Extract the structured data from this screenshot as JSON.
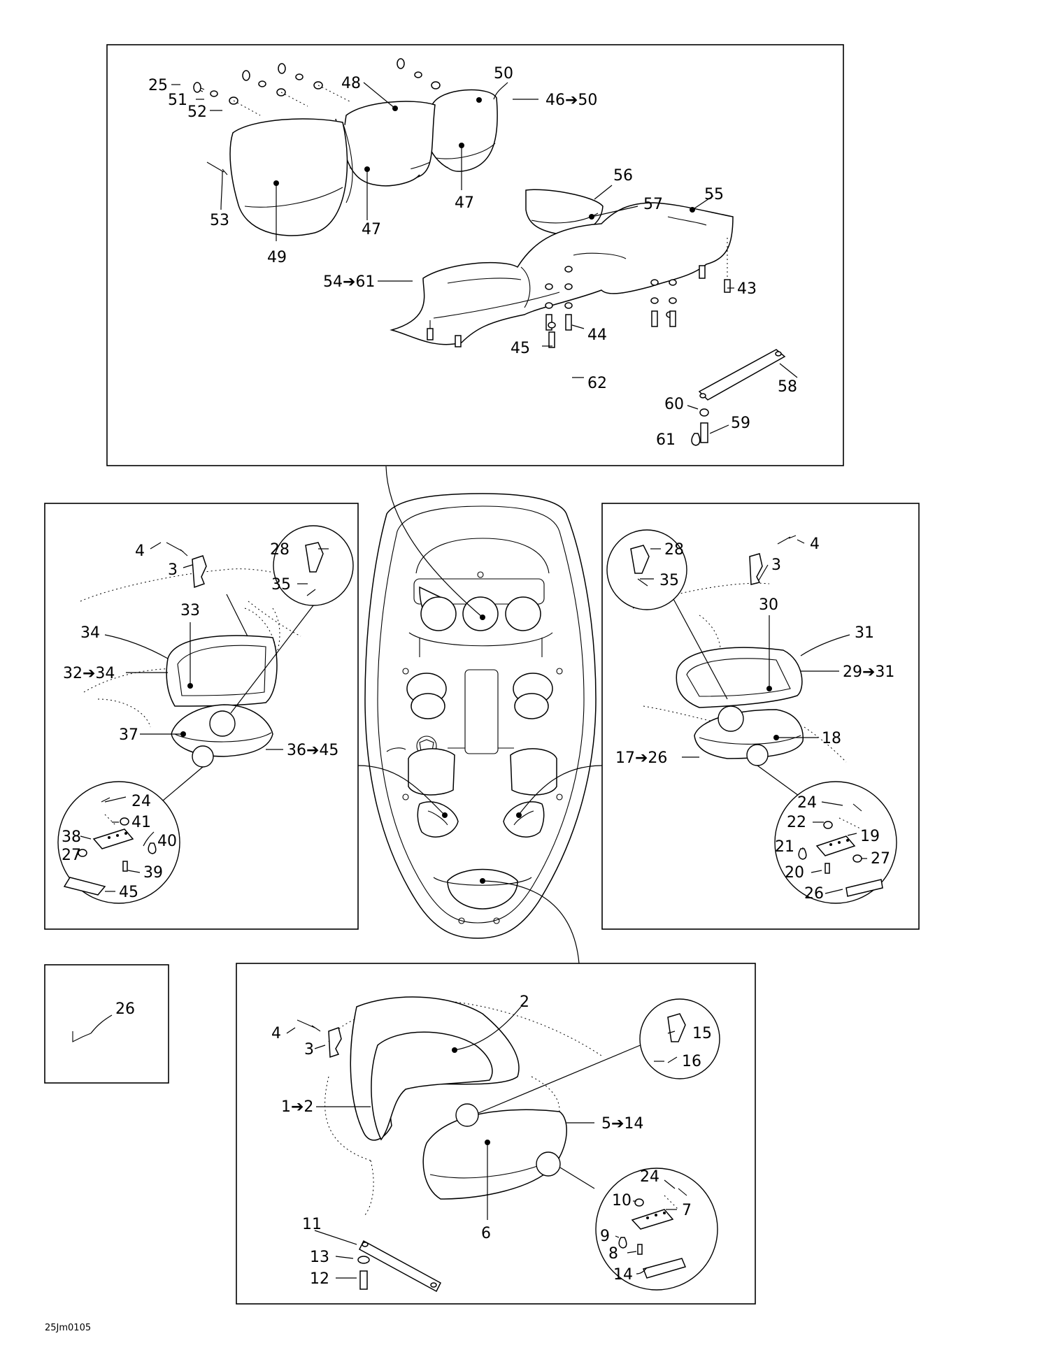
{
  "callouts": {
    "top": {
      "c25": "25",
      "c51": "51",
      "c52": "52",
      "c48": "48",
      "c50": "50",
      "c46_50": "46➔50",
      "c53": "53",
      "c49": "49",
      "c47a": "47",
      "c47b": "47",
      "c56": "56",
      "c57": "57",
      "c55": "55",
      "c54_61": "54➔61",
      "c43": "43",
      "c44": "44",
      "c45": "45",
      "c62": "62",
      "c58": "58",
      "c60": "60",
      "c59": "59",
      "c61": "61"
    },
    "left": {
      "c4": "4",
      "c3": "3",
      "c28": "28",
      "c35": "35",
      "c33": "33",
      "c34": "34",
      "c32_34": "32➔34",
      "c37": "37",
      "c36_45": "36➔45",
      "c24": "24",
      "c41": "41",
      "c38": "38",
      "c40": "40",
      "c27": "27",
      "c39": "39",
      "c45": "45"
    },
    "right": {
      "c28": "28",
      "c4": "4",
      "c3": "3",
      "c35": "35",
      "c30": "30",
      "c31": "31",
      "c29_31": "29➔31",
      "c18": "18",
      "c17_26": "17➔26",
      "c24": "24",
      "c22": "22",
      "c19": "19",
      "c21": "21",
      "c27": "27",
      "c20": "20",
      "c26": "26"
    },
    "small": {
      "c26": "26"
    },
    "bottom": {
      "c2": "2",
      "c4": "4",
      "c3": "3",
      "c15": "15",
      "c16": "16",
      "c1_2": "1➔2",
      "c5_14": "5➔14",
      "c6": "6",
      "c11": "11",
      "c13": "13",
      "c12": "12",
      "c24": "24",
      "c10": "10",
      "c7": "7",
      "c9": "9",
      "c8": "8",
      "c14": "14"
    }
  },
  "figure_code": "25Jm0105"
}
